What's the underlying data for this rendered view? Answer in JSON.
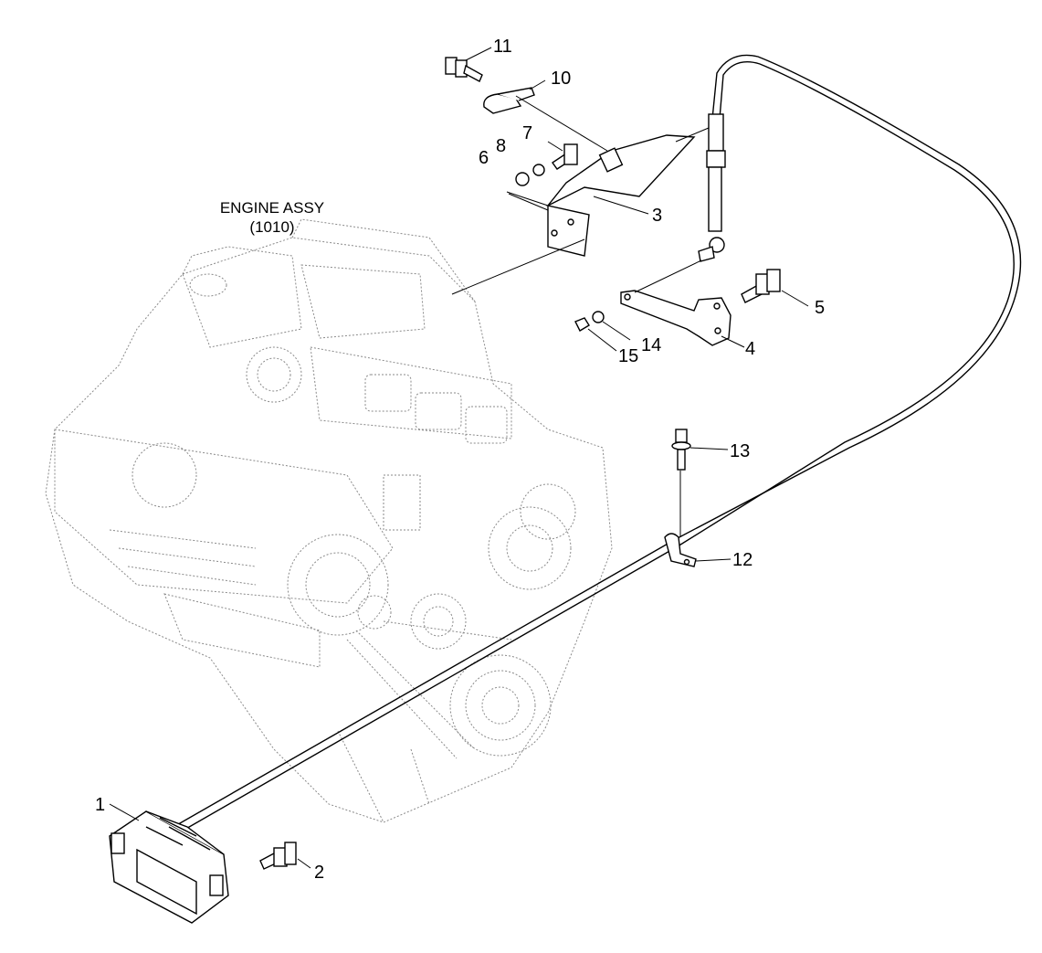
{
  "engine": {
    "title_line1": "ENGINE ASSY",
    "title_line2": "(1010)"
  },
  "callouts": [
    {
      "id": "1",
      "text": "1"
    },
    {
      "id": "2",
      "text": "2"
    },
    {
      "id": "3",
      "text": "3"
    },
    {
      "id": "4",
      "text": "4"
    },
    {
      "id": "5",
      "text": "5"
    },
    {
      "id": "6",
      "text": "6"
    },
    {
      "id": "7",
      "text": "7"
    },
    {
      "id": "8",
      "text": "8"
    },
    {
      "id": "10",
      "text": "10"
    },
    {
      "id": "11",
      "text": "11"
    },
    {
      "id": "12",
      "text": "12"
    },
    {
      "id": "13",
      "text": "13"
    },
    {
      "id": "14",
      "text": "14"
    },
    {
      "id": "15",
      "text": "15"
    }
  ]
}
